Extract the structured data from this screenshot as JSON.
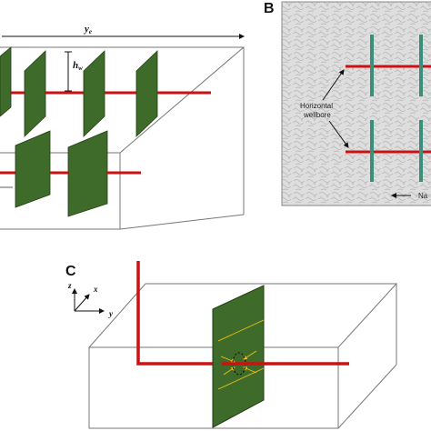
{
  "panels": {
    "a": {
      "dim_width": "y",
      "dim_width_sub": "e",
      "dim_height": "h",
      "dim_height_sub": "w"
    },
    "b": {
      "letter": "B",
      "callout_text_line1": "Horizontal",
      "callout_text_line2": "wellbore",
      "truncated_label": "Na"
    },
    "c": {
      "letter": "C",
      "axis_z": "z",
      "axis_x": "x",
      "axis_y": "y"
    }
  },
  "colors": {
    "fracture_fill": "#3f6b2a",
    "fracture_edge": "#1f3d12",
    "wellbore": "#cc1111",
    "box_line": "#777777",
    "rock_bg": "#dcdcdc",
    "map_fracture": "#3b8f7a",
    "flow_arrow": "#f0c419"
  }
}
